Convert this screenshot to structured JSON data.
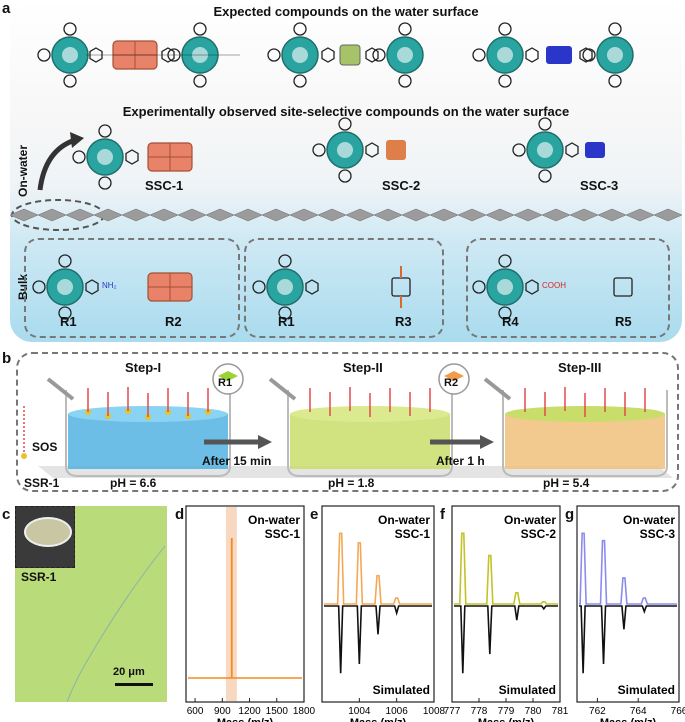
{
  "panel_letters": {
    "a": "a",
    "b": "b",
    "c": "c",
    "d": "d",
    "e": "e",
    "f": "f",
    "g": "g"
  },
  "panel_a": {
    "expected_title": "Expected compounds on the water surface",
    "observed_title": "Experimentally observed site-selective compounds on the water surface",
    "on_water_label": "On-water",
    "bulk_label": "Bulk",
    "products": [
      "SSC-1",
      "SSC-2",
      "SSC-3"
    ],
    "reactants": [
      "R1",
      "R2",
      "R1",
      "R3",
      "R4",
      "R5"
    ],
    "amine_label": "NH₂",
    "acid_label": "COOH",
    "colors": {
      "porphyrin": "#2aa4a0",
      "perylene": "#e8836a",
      "dialdehyde": "#d96a2b",
      "tetraamine": "#2a35c9"
    }
  },
  "panel_b": {
    "steps": [
      "Step-I",
      "Step-II",
      "Step-III"
    ],
    "ph": [
      "pH = 6.6",
      "pH = 1.8",
      "pH = 5.4"
    ],
    "arrows": [
      "After 15 min",
      "After 1 h"
    ],
    "reagents": [
      "R1",
      "R2"
    ],
    "sos_label": "SOS",
    "ssr_label": "SSR-1"
  },
  "panel_c": {
    "inset_label": "SSR-1",
    "scale_bar": "20 μm"
  },
  "chart_data": [
    {
      "panel": "d",
      "type": "line",
      "title": "On-water\nSSC-1",
      "xlabel": "Mass (m/z)",
      "xlim": [
        500,
        1800
      ],
      "x_ticks": [
        "600",
        "900",
        "1200",
        "1500",
        "1800"
      ],
      "highlight_range": [
        940,
        1060
      ],
      "peak_x": 1004,
      "color": "#f28c1e"
    },
    {
      "panel": "e",
      "type": "line",
      "title": "On-water\nSSC-1",
      "xlabel": "Mass (m/z)",
      "xlim": [
        1002,
        1008
      ],
      "x_ticks": [
        "1004",
        "1006",
        "1008"
      ],
      "x": [
        1003.0,
        1004.0,
        1005.0,
        1006.0
      ],
      "observed": [
        0.95,
        0.82,
        0.38,
        0.08
      ],
      "simulated": [
        0.95,
        0.82,
        0.4,
        0.1
      ],
      "sim_label": "Simulated",
      "color": "#f3a857"
    },
    {
      "panel": "f",
      "type": "line",
      "title": "On-water\nSSC-2",
      "xlabel": "Mass (m/z)",
      "xlim": [
        777,
        781
      ],
      "x_ticks": [
        "777",
        "778",
        "779",
        "780",
        "781"
      ],
      "x": [
        777.4,
        778.4,
        779.4,
        780.4
      ],
      "observed": [
        0.95,
        0.65,
        0.15,
        0.03
      ],
      "simulated": [
        0.95,
        0.68,
        0.2,
        0.04
      ],
      "sim_label": "Simulated",
      "color": "#c4c22a"
    },
    {
      "panel": "g",
      "type": "line",
      "title": "On-water\nSSC-3",
      "xlabel": "Mass (m/z)",
      "xlim": [
        761,
        766
      ],
      "x_ticks": [
        "762",
        "764",
        "766"
      ],
      "x": [
        761.3,
        762.3,
        763.3,
        764.3
      ],
      "observed": [
        0.95,
        0.85,
        0.35,
        0.08
      ],
      "simulated": [
        0.95,
        0.82,
        0.33,
        0.08
      ],
      "sim_label": "Simulated",
      "color": "#8c8cef"
    }
  ]
}
